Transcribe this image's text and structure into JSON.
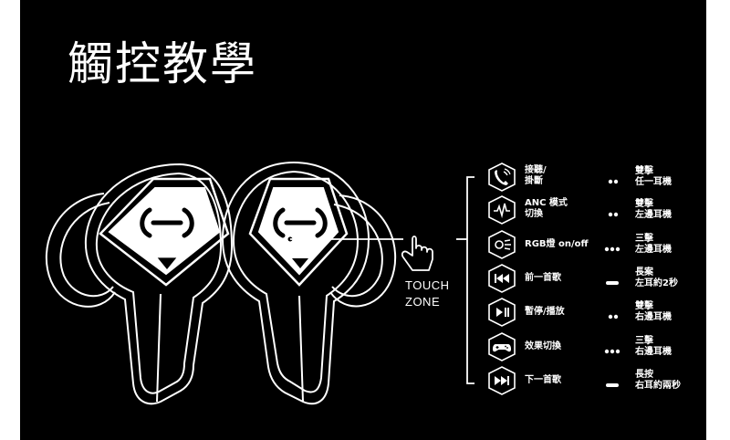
{
  "title": "觸控教學",
  "touch_zone": {
    "line1": "TOUCH",
    "line2": "ZONE"
  },
  "controls": [
    {
      "icon": "phone-icon",
      "name_l1": "接聽/",
      "name_l2": "掛斷",
      "taps": 2,
      "act_l1": "雙擊",
      "act_l2": "任一耳機"
    },
    {
      "icon": "anc-wave-icon",
      "name_l1": "ANC 模式",
      "name_l2": "切換",
      "taps": 2,
      "act_l1": "雙擊",
      "act_l2": "左邊耳機"
    },
    {
      "icon": "rgb-light-icon",
      "name_l1": "RGB燈 on/off",
      "name_l2": "",
      "taps": 3,
      "act_l1": "三擊",
      "act_l2": "左邊耳機"
    },
    {
      "icon": "previous-track-icon",
      "name_l1": "前一首歌",
      "name_l2": "",
      "taps": 0,
      "act_l1": "長案",
      "act_l2": "左耳約2秒"
    },
    {
      "icon": "play-pause-icon",
      "name_l1": "暫停/播放",
      "name_l2": "",
      "taps": 2,
      "act_l1": "雙擊",
      "act_l2": "右邊耳機"
    },
    {
      "icon": "gamepad-icon",
      "name_l1": "效果切換",
      "name_l2": "",
      "taps": 3,
      "act_l1": "三擊",
      "act_l2": "右邊耳機"
    },
    {
      "icon": "next-track-icon",
      "name_l1": "下一首歌",
      "name_l2": "",
      "taps": 0,
      "act_l1": "長按",
      "act_l2": "右耳約兩秒"
    }
  ],
  "colors": {
    "background": "#000000",
    "line": "#ffffff",
    "earbud_fill": "#000000"
  }
}
